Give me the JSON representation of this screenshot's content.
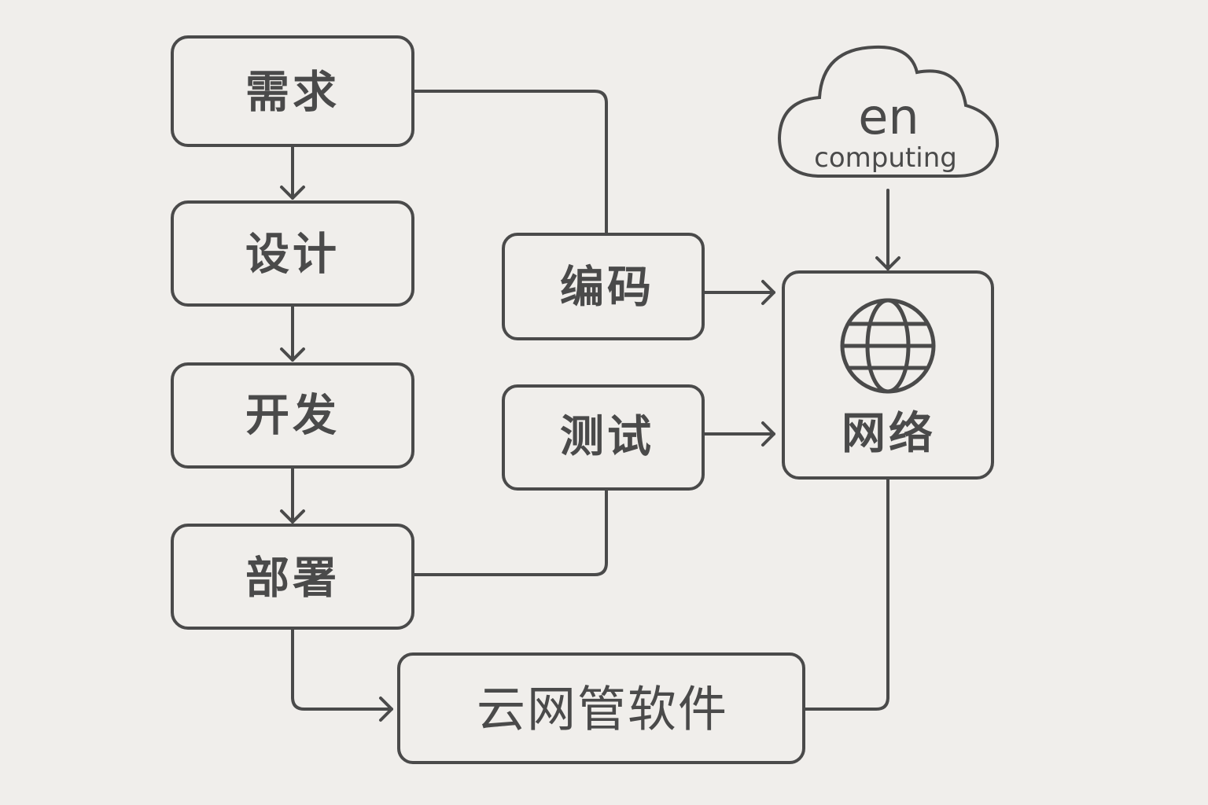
{
  "diagram": {
    "title": "",
    "nodes": {
      "requirements": {
        "label": "需求"
      },
      "design": {
        "label": "设计"
      },
      "development": {
        "label": "开发"
      },
      "deployment": {
        "label": "部署"
      },
      "coding": {
        "label": "编码"
      },
      "testing": {
        "label": "测试"
      },
      "network": {
        "label": "网络",
        "icon": "globe-icon"
      },
      "cloud": {
        "label_main": "en",
        "label_sub": "computing",
        "icon": "cloud-icon"
      },
      "cloud_software": {
        "label": "云网管软件"
      }
    },
    "edges": [
      {
        "from": "需求",
        "to": "设计",
        "arrow": true
      },
      {
        "from": "设计",
        "to": "开发",
        "arrow": true
      },
      {
        "from": "开发",
        "to": "部署",
        "arrow": true
      },
      {
        "from": "需求",
        "to": "编码",
        "arrow": false
      },
      {
        "from": "编码",
        "to": "网络",
        "arrow": true
      },
      {
        "from": "测试",
        "to": "网络",
        "arrow": true
      },
      {
        "from": "测试",
        "to": "部署",
        "arrow": false
      },
      {
        "from": "en computing",
        "to": "网络",
        "arrow": true
      },
      {
        "from": "部署",
        "to": "云网管软件",
        "arrow": true
      },
      {
        "from": "网络",
        "to": "云网管软件",
        "arrow": false
      }
    ],
    "colors": {
      "background": "#f0eeeb",
      "stroke": "#4a4a4a"
    }
  }
}
